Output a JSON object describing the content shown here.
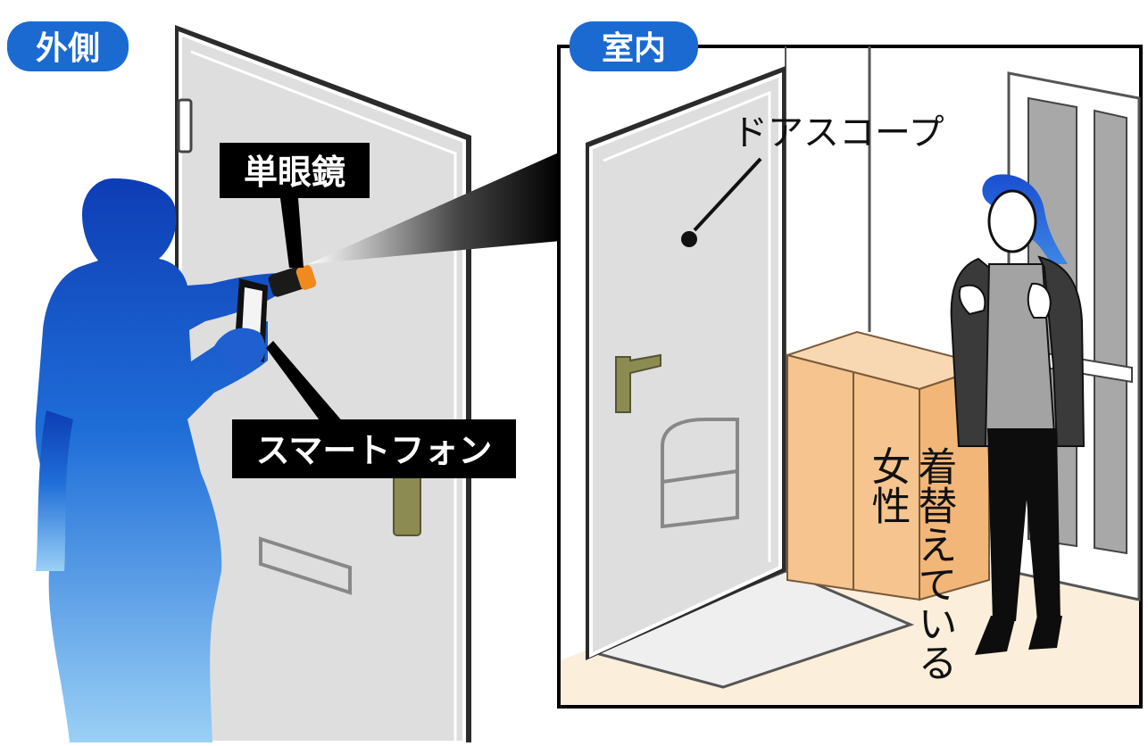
{
  "scene": {
    "outside_badge": "外側",
    "inside_badge": "室内",
    "monocular_label": "単眼鏡",
    "smartphone_label": "スマートフォン",
    "door_scope_label": "ドアスコープ",
    "woman_label_col1": "着替えている",
    "woman_label_col2": "女性"
  },
  "colors": {
    "badge_blue": "#1b6ad1",
    "figure_blue": "#0f3fb8",
    "door_gray": "#d9d9d9",
    "handle_olive": "#8c8b52",
    "monocular_orange": "#f08a1e",
    "box_peach": "#f5c48f",
    "label_black": "#000000"
  }
}
